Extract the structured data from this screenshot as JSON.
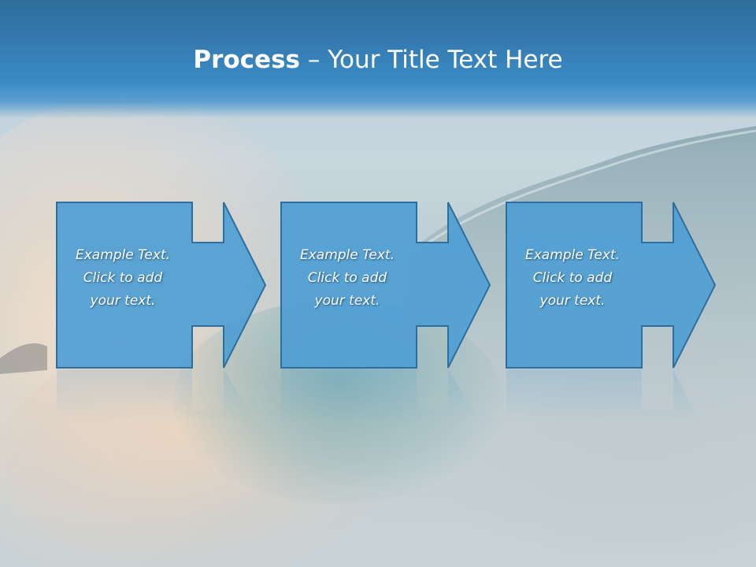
{
  "slide": {
    "title_strong": "Process",
    "title_rest": " – Your Title Text Here"
  },
  "steps": [
    {
      "line1": "Example Text.",
      "line2": "Click  to add",
      "line3": "your text."
    },
    {
      "line1": "Example Text.",
      "line2": "Click  to add",
      "line3": "your text."
    },
    {
      "line1": "Example Text.",
      "line2": "Click  to add",
      "line3": "your text."
    }
  ],
  "colors": {
    "header": "#3b8bc6",
    "step_fill": "#4f9ed4",
    "step_border": "#2e6e9e",
    "text": "#ffffff"
  }
}
